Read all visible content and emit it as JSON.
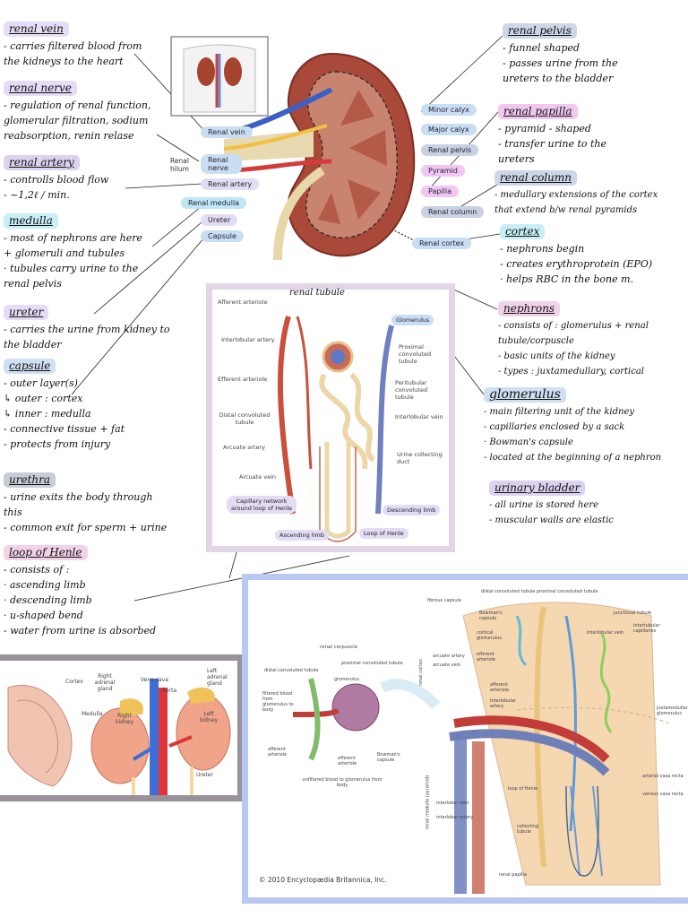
{
  "notes": {
    "renal_vein": {
      "title": "renal vein",
      "lines": [
        "- carries filtered blood from",
        "the kidneys to the heart"
      ]
    },
    "renal_nerve": {
      "title": "renal nerve",
      "lines": [
        "- regulation of renal function,",
        "glomerular filtration, sodium",
        "reabsorption, renin relase"
      ]
    },
    "renal_artery": {
      "title": "renal artery",
      "lines": [
        "- controlls blood flow",
        "- ~1,2ℓ / min."
      ]
    },
    "medulla": {
      "title": "medulla",
      "lines": [
        "- most of nephrons are here",
        "+ glomeruli and tubules",
        "· tubules carry urine to the",
        "renal pelvis"
      ]
    },
    "ureter": {
      "title": "ureter",
      "lines": [
        "- carries the urine from kidney to",
        "the bladder"
      ]
    },
    "capsule": {
      "title": "capsule",
      "lines": [
        "- outer layer(s)",
        "↳ outer : cortex",
        "↳ inner : medulla",
        "- connective tissue + fat",
        "- protects from injury"
      ]
    },
    "urethra": {
      "title": "urethra",
      "lines": [
        "- urine exits the body through",
        "this",
        "- common exit for sperm + urine"
      ]
    },
    "loop_of_henle": {
      "title": "loop of Henle",
      "lines": [
        "- consists of :",
        "· ascending limb",
        "· descending limb",
        "· u-shaped bend",
        "- water from urine is absorbed"
      ]
    },
    "renal_pelvis": {
      "title": "renal pelvis",
      "lines": [
        "- funnel shaped",
        "- passes urine from the",
        "ureters to the bladder"
      ]
    },
    "renal_papilla": {
      "title": "renal papilla",
      "lines": [
        "- pyramid - shaped",
        "- transfer urine to the",
        "ureters"
      ]
    },
    "renal_column": {
      "title": "renal column",
      "lines": [
        "- medullary extensions of the cortex",
        "that extend b/w renal pyramids"
      ]
    },
    "cortex": {
      "title": "cortex",
      "lines": [
        "- nephrons begin",
        "- creates erythroprotein (EPO)",
        "· helps RBC in the bone m."
      ]
    },
    "nephrons": {
      "title": "nephrons",
      "lines": [
        "- consists of : glomerulus + renal",
        "tubule/corpuscle",
        "- basic units of the kidney",
        "- types : juxtamedullary, cortical"
      ]
    },
    "glomerulus": {
      "title": "glomerulus",
      "lines": [
        "- main filtering unit of the kidney",
        "- capillaries enclosed by a sack",
        "· Bowman's capsule",
        "- located at the beginning of a nephron"
      ]
    },
    "urinary_bladder": {
      "title": "urinary bladder",
      "lines": [
        "- all urine is stored here",
        "- muscular walls are elastic"
      ]
    }
  },
  "kidney_labels": {
    "renal_vein": "Renal vein",
    "renal_nerve": "Renal nerve",
    "renal_artery": "Renal artery",
    "renal_hilum": "Renal hilum",
    "renal_medulla": "Renal medulla",
    "ureter": "Ureter",
    "capsule": "Capsule",
    "minor_calyx": "Minor calyx",
    "major_calyx": "Major calyx",
    "renal_pelvis": "Renal pelvis",
    "pyramid": "Pyramid",
    "papilla": "Papilla",
    "renal_column": "Renal column",
    "renal_cortex": "Renal cortex"
  },
  "tubule_panel": {
    "title": "renal tubule",
    "labels": {
      "afferent_arteriole": "Afferent arteriole",
      "interlobular_artery": "Interlobular artery",
      "efferent_arteriole": "Efferent arteriole",
      "distal_convoluted": "Distal convoluted tubule",
      "arcuate_artery": "Arcuate artery",
      "arcuate_vein": "Arcuate vein",
      "capillary_network": "Capillary network around loop of Henle",
      "glomerulus": "Glomerulus",
      "proximal_convoluted": "Proximal convoluted tubule",
      "peritubular": "Peritubular convoluted tubule",
      "interlobular_vein": "Interlobular vein",
      "urine_collecting": "Urine collecting duct",
      "descending_limb": "Descending limb",
      "ascending_limb": "Ascending limb",
      "loop_of_henle": "Loop of Henle"
    }
  },
  "bottom_left_panel": {
    "labels": {
      "cortex": "Cortex",
      "medulla": "Medulla",
      "right_adrenal": "Right adrenal gland",
      "vena_cava": "Vena cava",
      "aorta": "Aorta",
      "left_adrenal": "Left adrenal gland",
      "right_kidney": "Right kidney",
      "left_kidney": "Left kidney",
      "ureter": "Ureter"
    }
  },
  "britannica_panel": {
    "copyright": "© 2010 Encyclopædia Britannica, Inc.",
    "labels": {
      "renal_corpuscle": "renal corpuscle",
      "distal": "distal convoluted tubule",
      "proximal": "proximal convoluted tubule",
      "glomerulus": "glomerulus",
      "filtered_blood": "filtered blood from glomerulus to body",
      "afferent": "afferent arteriole",
      "efferent": "efferent arteriole",
      "bowmans": "Bowman's capsule",
      "unfiltered": "unfiltered blood to glomerulus from body",
      "fibrous_capsule": "fibrous capsule",
      "top_distal": "distal convoluted tubule",
      "top_proximal": "proximal convoluted tubule",
      "bowmans_capsule": "Bowman's capsule",
      "cortical_glomerulus": "cortical glomerulus",
      "efferent_arteriole": "efferent arteriole",
      "junctional": "junctional tubule",
      "interlobular_vein": "interlobular vein",
      "intertubular": "intertubular capillaries",
      "renal_cortex": "renal cortex",
      "arcuate_artery": "arcuate artery",
      "arcuate_vein": "arcuate vein",
      "afferent_arteriole": "afferent arteriole",
      "interlobular_artery": "interlobular artery",
      "juxta": "juxtamedullary glomerulus",
      "arterial_vasa": "arterial vasa recta",
      "venous_vasa": "venous vasa recta",
      "renal_medulla": "renal medulla (pyramid)",
      "loop_henle": "loop of Henle",
      "interlobar_vein": "interlobar vein",
      "interlobar_artery": "interlobar artery",
      "collecting": "collecting tubule",
      "renal_papilla": "renal papilla"
    }
  }
}
